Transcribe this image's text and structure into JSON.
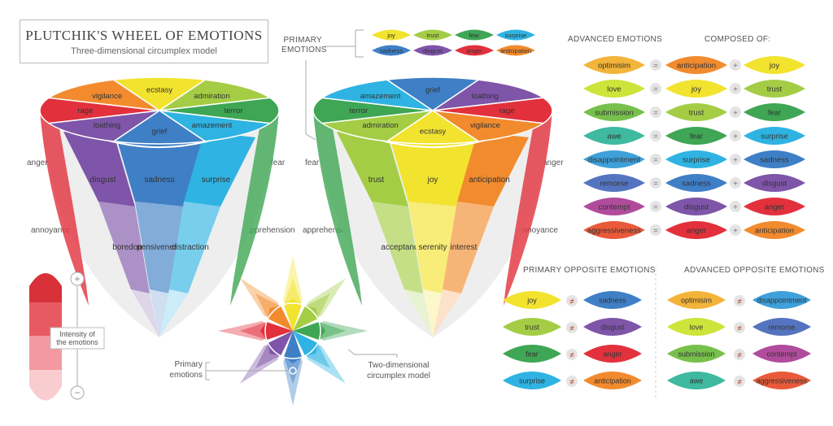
{
  "title": {
    "main": "PLUTCHIK'S WHEEL OF EMOTIONS",
    "sub": "Three-dimensional circumplex model"
  },
  "colors": {
    "joy": "#f2e32f",
    "trust": "#a4cd45",
    "fear": "#3ea654",
    "surprise": "#2fb3e2",
    "sadness": "#3f7fc6",
    "disgust": "#7e55a8",
    "anger": "#e2313c",
    "anticipation": "#f28b2e",
    "optimism": "#f3b43a",
    "love": "#cde43a",
    "submission": "#77c04b",
    "awe": "#3fb99f",
    "disappointment": "#3fa0da",
    "remorse": "#5574c0",
    "contempt": "#b04c9b",
    "aggressiveness": "#ea5a3a"
  },
  "primary_legend": {
    "label_line1": "PRIMARY",
    "label_line2": "EMOTIONS",
    "items": [
      "joy",
      "trust",
      "fear",
      "surprise",
      "sadness",
      "disgust",
      "anger",
      "anticipation"
    ]
  },
  "advanced": {
    "header": "ADVANCED EMOTIONS",
    "composed_header": "COMPOSED OF:",
    "eq": "=",
    "plus": "+",
    "rows": [
      {
        "result": "optimisim",
        "rc": "optimism",
        "a": "anticipation",
        "ac": "anticipation",
        "b": "joy",
        "bc": "joy"
      },
      {
        "result": "love",
        "rc": "love",
        "a": "joy",
        "ac": "joy",
        "b": "trust",
        "bc": "trust"
      },
      {
        "result": "submission",
        "rc": "submission",
        "a": "trust",
        "ac": "trust",
        "b": "fear",
        "bc": "fear"
      },
      {
        "result": "awe",
        "rc": "awe",
        "a": "fear",
        "ac": "fear",
        "b": "surprise",
        "bc": "surprise"
      },
      {
        "result": "disappointment",
        "rc": "disappointment",
        "a": "surprise",
        "ac": "surprise",
        "b": "sadness",
        "bc": "sadness"
      },
      {
        "result": "remorse",
        "rc": "remorse",
        "a": "sadness",
        "ac": "sadness",
        "b": "disgust",
        "bc": "disgust"
      },
      {
        "result": "contempt",
        "rc": "contempt",
        "a": "disgust",
        "ac": "disgust",
        "b": "anger",
        "bc": "anger"
      },
      {
        "result": "aggressiveness",
        "rc": "aggressiveness",
        "a": "anger",
        "ac": "anger",
        "b": "anticipation",
        "bc": "anticipation"
      }
    ]
  },
  "opposites": {
    "neq": "≠",
    "primary_header": "PRIMARY OPPOSITE EMOTIONS",
    "advanced_header": "ADVANCED OPPOSITE EMOTIONS",
    "primary": [
      {
        "a": "joy",
        "ac": "joy",
        "b": "sadness",
        "bc": "sadness"
      },
      {
        "a": "trust",
        "ac": "trust",
        "b": "disgust",
        "bc": "disgust"
      },
      {
        "a": "fear",
        "ac": "fear",
        "b": "anger",
        "bc": "anger"
      },
      {
        "a": "surprise",
        "ac": "surprise",
        "b": "anticipation",
        "bc": "anticipation"
      }
    ],
    "advanced": [
      {
        "a": "optimisim",
        "ac": "optimism",
        "b": "disappointment",
        "bc": "disappointment"
      },
      {
        "a": "love",
        "ac": "love",
        "b": "remorse",
        "bc": "remorse"
      },
      {
        "a": "submission",
        "ac": "submission",
        "b": "contempt",
        "bc": "contempt"
      },
      {
        "a": "awe",
        "ac": "awe",
        "b": "aggressiveness",
        "bc": "aggressiveness"
      }
    ]
  },
  "cone1": {
    "top_petals": [
      "rage",
      "vigilance",
      "ecstasy",
      "admiration",
      "terror",
      "amazement",
      "grief",
      "loathing"
    ],
    "front_mid": [
      "disgust",
      "sadness",
      "surprise"
    ],
    "front_low": [
      "boredom",
      "pensiveness",
      "distraction"
    ],
    "side_left": [
      "anger",
      "annoyance"
    ],
    "side_right": [
      "fear",
      "apprehension"
    ]
  },
  "cone2": {
    "top_petals": [
      "terror",
      "amazement",
      "grief",
      "loathing",
      "rage",
      "vigilance",
      "ecstasy",
      "admiration"
    ],
    "front_mid": [
      "trust",
      "joy",
      "anticipation"
    ],
    "front_low": [
      "acceptance",
      "serenity",
      "interest"
    ],
    "side_left": [
      "fear",
      "apprehension"
    ],
    "side_right": [
      "anger",
      "annoyance"
    ]
  },
  "intensity": {
    "plus": "+",
    "minus": "−",
    "label_line1": "Intensity of",
    "label_line2": "the emotions"
  },
  "flower": {
    "primary_label_line1": "Primary",
    "primary_label_line2": "emotions",
    "model_label_line1": "Two-dimensional",
    "model_label_line2": "circumplex model"
  }
}
